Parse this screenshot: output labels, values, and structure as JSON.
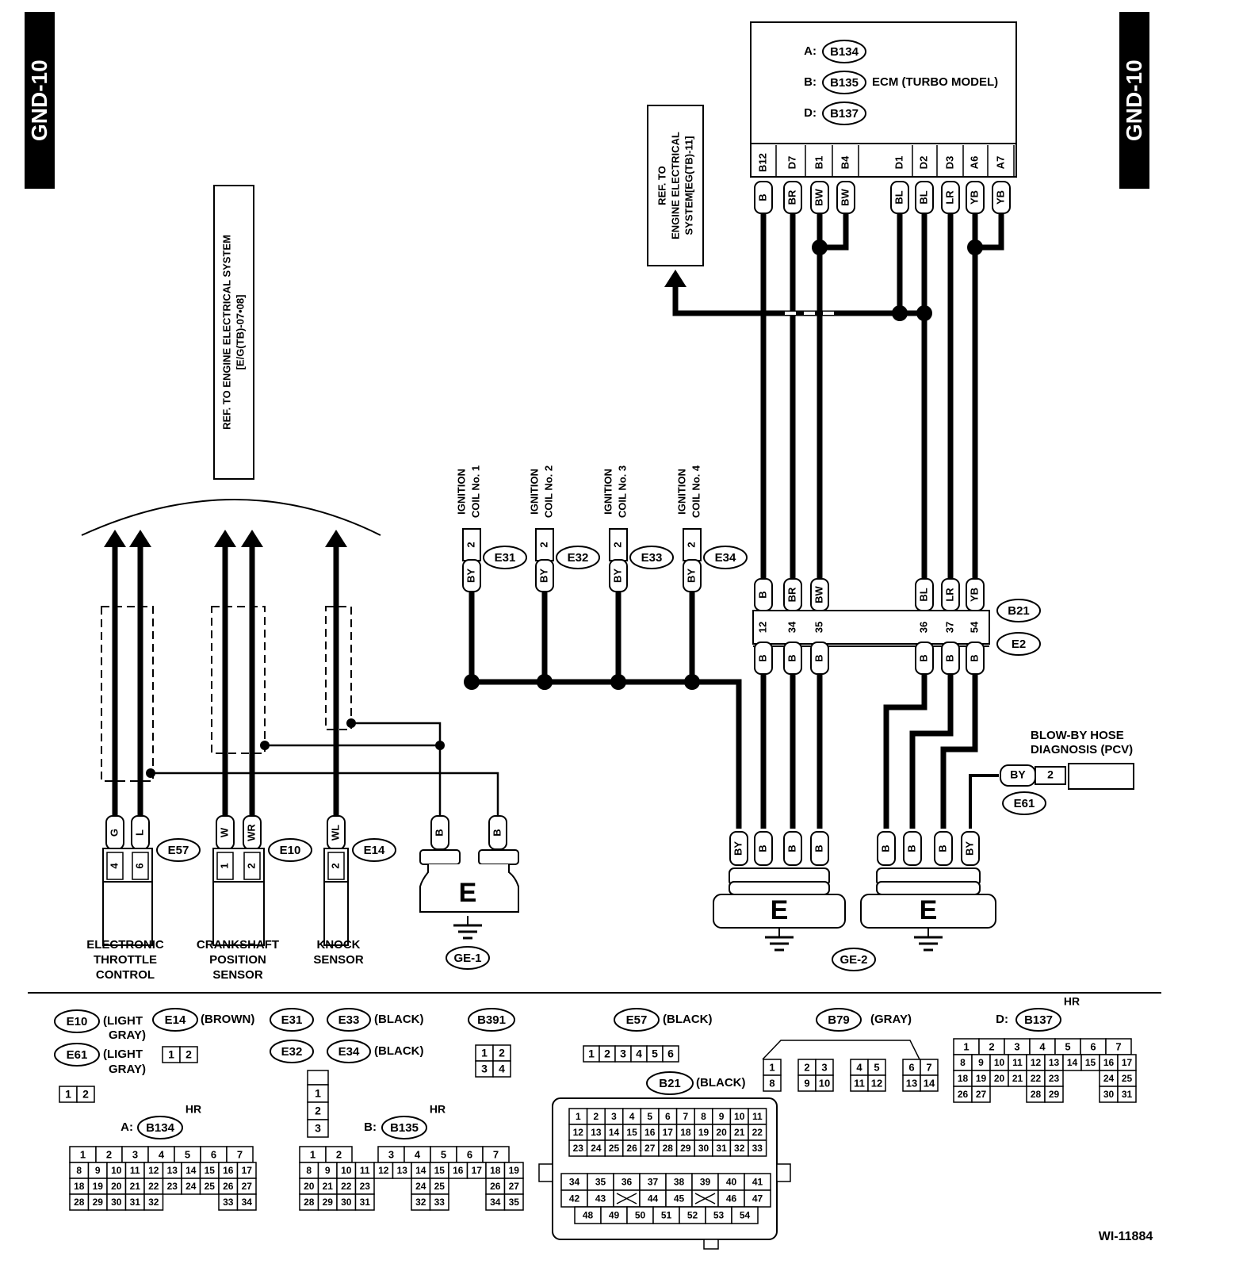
{
  "page_tabs": {
    "left": "GND-10",
    "right": "GND-10"
  },
  "figure_id": "WI-11884",
  "ecm": {
    "connectors": [
      {
        "prefix": "A:",
        "id": "B134"
      },
      {
        "prefix": "B:",
        "id": "B135"
      },
      {
        "prefix": "D:",
        "id": "B137"
      }
    ],
    "name": "ECM (TURBO MODEL)",
    "pins": [
      "B12",
      "D7",
      "B1",
      "B4",
      "D1",
      "D2",
      "D3",
      "A6",
      "A7"
    ],
    "wire_colors": [
      "B",
      "BR",
      "BW",
      "BW",
      "BL",
      "BL",
      "LR",
      "YB",
      "YB"
    ]
  },
  "references": {
    "eg11": [
      "REF. TO",
      "ENGINE ELECTRICAL",
      "SYSTEM[EG(TB)-11]"
    ],
    "eg0708": [
      "REF. TO ENGINE ELECTRICAL SYSTEM",
      "[E/G(TB)-07•08]"
    ]
  },
  "ignition_coils": [
    {
      "name": [
        "IGNITION",
        "COIL No. 1"
      ],
      "pin": "2",
      "wire": "BY",
      "connector": "E31"
    },
    {
      "name": [
        "IGNITION",
        "COIL No. 2"
      ],
      "pin": "2",
      "wire": "BY",
      "connector": "E32"
    },
    {
      "name": [
        "IGNITION",
        "COIL No. 3"
      ],
      "pin": "2",
      "wire": "BY",
      "connector": "E33"
    },
    {
      "name": [
        "IGNITION",
        "COIL No. 4"
      ],
      "pin": "2",
      "wire": "BY",
      "connector": "E34"
    }
  ],
  "joint_connector": {
    "upper_id": "B21",
    "lower_id": "E2",
    "upper_wires": [
      "B",
      "BR",
      "BW",
      "BL",
      "LR",
      "YB"
    ],
    "pins": [
      "12",
      "34",
      "35",
      "36",
      "37",
      "54"
    ],
    "lower_wires": [
      "B",
      "B",
      "B",
      "B",
      "B",
      "B"
    ]
  },
  "blowby": {
    "name": [
      "BLOW-BY HOSE",
      "DIAGNOSIS (PCV)"
    ],
    "wire": "BY",
    "pin": "2",
    "connector": "E61"
  },
  "sensors": [
    {
      "name": [
        "ELECTRONIC",
        "THROTTLE",
        "CONTROL"
      ],
      "connector": "E57",
      "wires": [
        "G",
        "L"
      ],
      "pins": [
        "4",
        "6"
      ]
    },
    {
      "name": [
        "CRANKSHAFT",
        "POSITION",
        "SENSOR"
      ],
      "connector": "E10",
      "wires": [
        "W",
        "WR"
      ],
      "pins": [
        "1",
        "2"
      ]
    },
    {
      "name": [
        "KNOCK",
        "SENSOR"
      ],
      "connector": "E14",
      "wires": [
        "WL"
      ],
      "pins": [
        "2"
      ]
    }
  ],
  "grounds": {
    "ge1": {
      "id": "GE-1",
      "label": "E",
      "wires": [
        "B",
        "B"
      ]
    },
    "ge2": {
      "id": "GE-2",
      "label": "E",
      "left_wires": [
        "BY",
        "B",
        "B",
        "B"
      ],
      "right_wires": [
        "B",
        "B",
        "B",
        "BY"
      ]
    }
  },
  "legend": {
    "e10": {
      "id": "E10",
      "color": [
        "(LIGHT",
        "GRAY)"
      ]
    },
    "e14": {
      "id": "E14",
      "color": "(BROWN)"
    },
    "e61": {
      "id": "E61",
      "color": [
        "(LIGHT",
        "GRAY)"
      ]
    },
    "two_pin": [
      "1",
      "2"
    ],
    "e31": "E31",
    "e32": "E32",
    "e33": {
      "id": "E33",
      "color": "(BLACK)"
    },
    "e34": {
      "id": "E34",
      "color": "(BLACK)"
    },
    "coil_pins": [
      "1",
      "2",
      "3"
    ],
    "b391": {
      "id": "B391",
      "pins": [
        [
          "1",
          "2"
        ],
        [
          "3",
          "4"
        ]
      ]
    },
    "e57": {
      "id": "E57",
      "color": "(BLACK)",
      "pins": [
        "1",
        "2",
        "3",
        "4",
        "5",
        "6"
      ]
    },
    "b21": {
      "id": "B21",
      "color": "(BLACK)"
    },
    "b79": {
      "id": "B79",
      "color": "(GRAY)"
    },
    "d_b137": {
      "prefix": "D:",
      "id": "B137",
      "tag": "HR"
    },
    "a_b134": {
      "prefix": "A:",
      "id": "B134",
      "tag": "HR"
    },
    "b_b135": {
      "prefix": "B:",
      "id": "B135",
      "tag": "HR"
    }
  }
}
